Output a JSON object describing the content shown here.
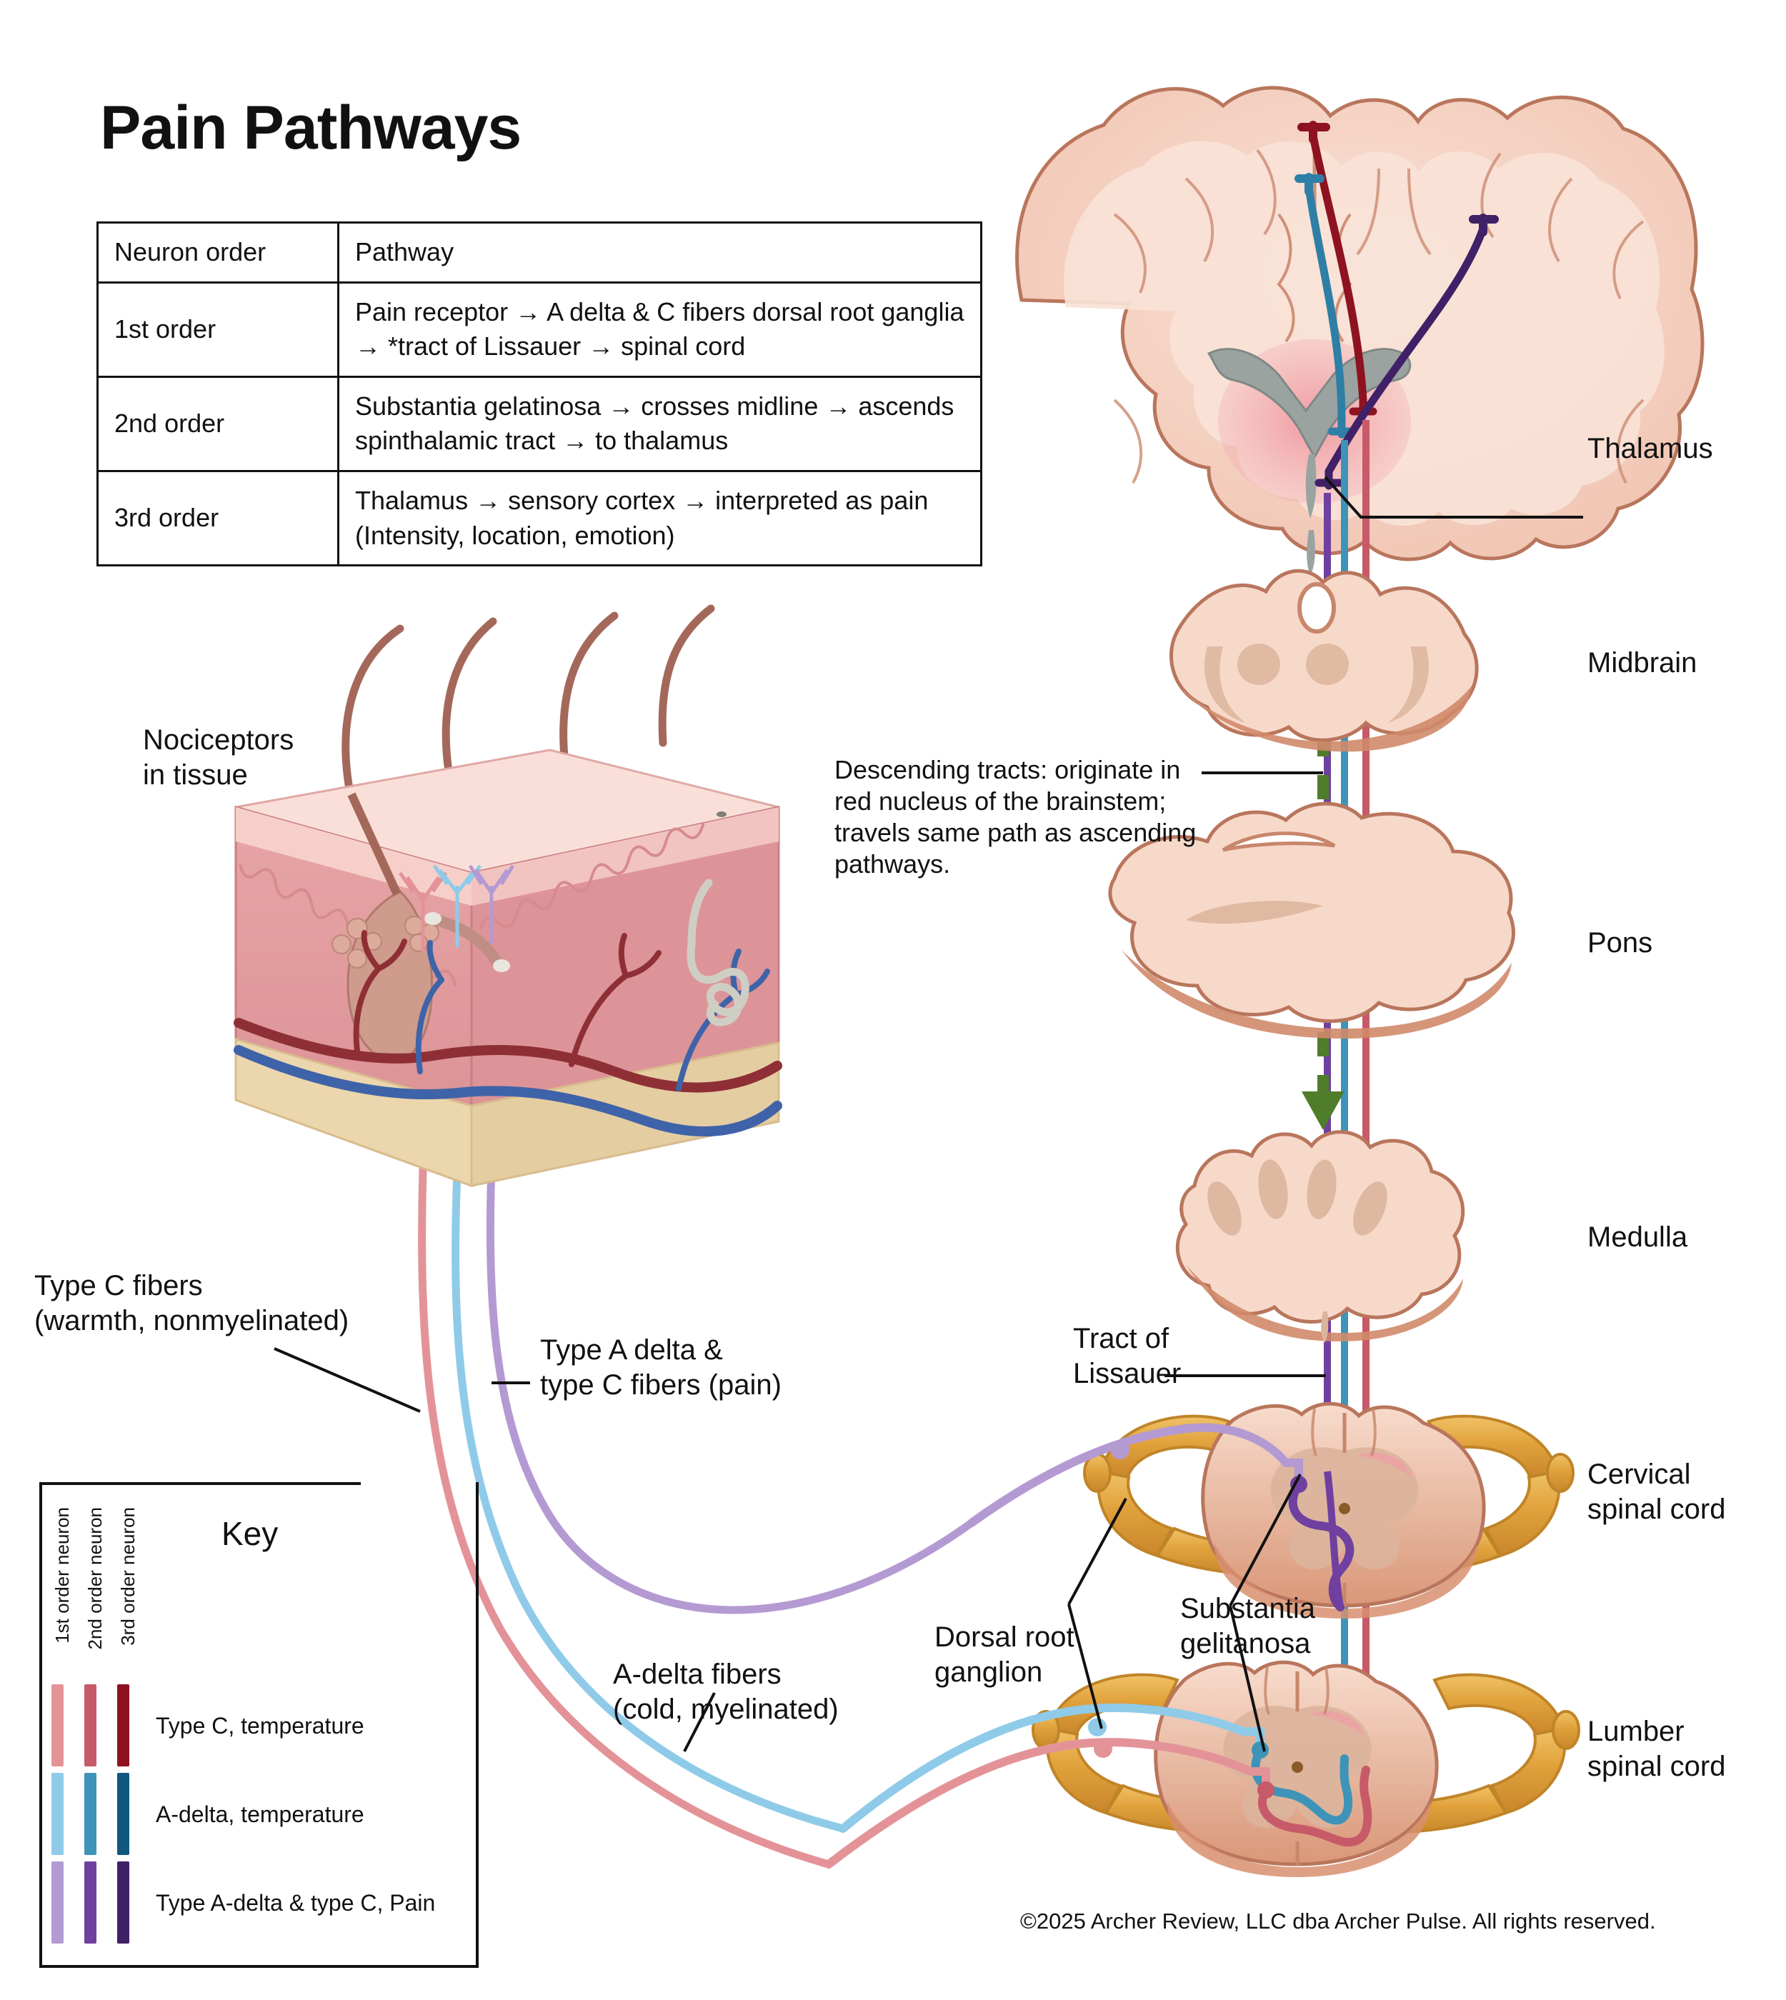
{
  "title": "Pain Pathways",
  "table": {
    "headers": [
      "Neuron order",
      "Pathway"
    ],
    "rows": [
      {
        "order": "1st order",
        "pathway": "Pain receptor → A delta & C fibers dorsal root ganglia → *tract of Lissauer → spinal cord"
      },
      {
        "order": "2nd order",
        "pathway": "Substantia gelatinosa → crosses midline → ascends spinthalamic tract  → to thalamus"
      },
      {
        "order": "3rd order",
        "pathway": "Thalamus → sensory cortex → interpreted as pain (Intensity, location, emotion)"
      }
    ]
  },
  "labels": {
    "nociceptors": "Nociceptors\nin tissue",
    "type_c_fibers": "Type C fibers\n(warmth, nonmyelinated)",
    "type_a_delta_and_c": "Type A delta &\ntype C fibers (pain)",
    "a_delta_fibers": "A-delta fibers\n(cold, myelinated)",
    "descending_tracts": "Descending tracts: originate in red nucleus of the brainstem; travels same path as ascending pathways.",
    "tract_of_lissauer": "Tract of\nLissauer",
    "dorsal_root_ganglion": "Dorsal root\nganglion",
    "substantia_gelitanosa": "Substantia\ngelitanosa",
    "thalamus": "Thalamus",
    "midbrain": "Midbrain",
    "pons": "Pons",
    "medulla": "Medulla",
    "cervical_spinal_cord": "Cervical\nspinal cord",
    "lumber_spinal_cord": "Lumber\nspinal cord"
  },
  "key": {
    "title": "Key",
    "column_labels": [
      "1st order neuron",
      "2nd order neuron",
      "3rd order neuron"
    ],
    "rows": [
      {
        "label": "Type C, temperature",
        "colors": [
          "#e39398",
          "#c75a68",
          "#8e1220"
        ]
      },
      {
        "label": "A-delta, temperature",
        "colors": [
          "#8fcbe8",
          "#3e93b8",
          "#10587f"
        ]
      },
      {
        "label": "Type A-delta & type C, Pain",
        "colors": [
          "#b49ad2",
          "#6f40a0",
          "#402066"
        ]
      }
    ]
  },
  "copyright": "©2025 Archer Review, LLC dba Archer Pulse. All rights reserved.",
  "colors": {
    "brain_fill": "#f3cdbd",
    "brain_inner": "#f7dfd4",
    "brain_edge": "#c8866b",
    "ventricle": "#9aa3a0",
    "thalamus_pink": "#ef9ea6",
    "nerve_yellow": "#e3a73f",
    "cord_fill": "#f5d5c5",
    "gray_matter": "#dcb4a0",
    "descending_green": "#4f7d2a",
    "epidermis": "#f7cfc9",
    "dermis": "#e09a9d",
    "hypodermis": "#ecd6ad",
    "artery": "#8e2f36",
    "vein": "#3f63a8",
    "hair": "#a4685a"
  }
}
